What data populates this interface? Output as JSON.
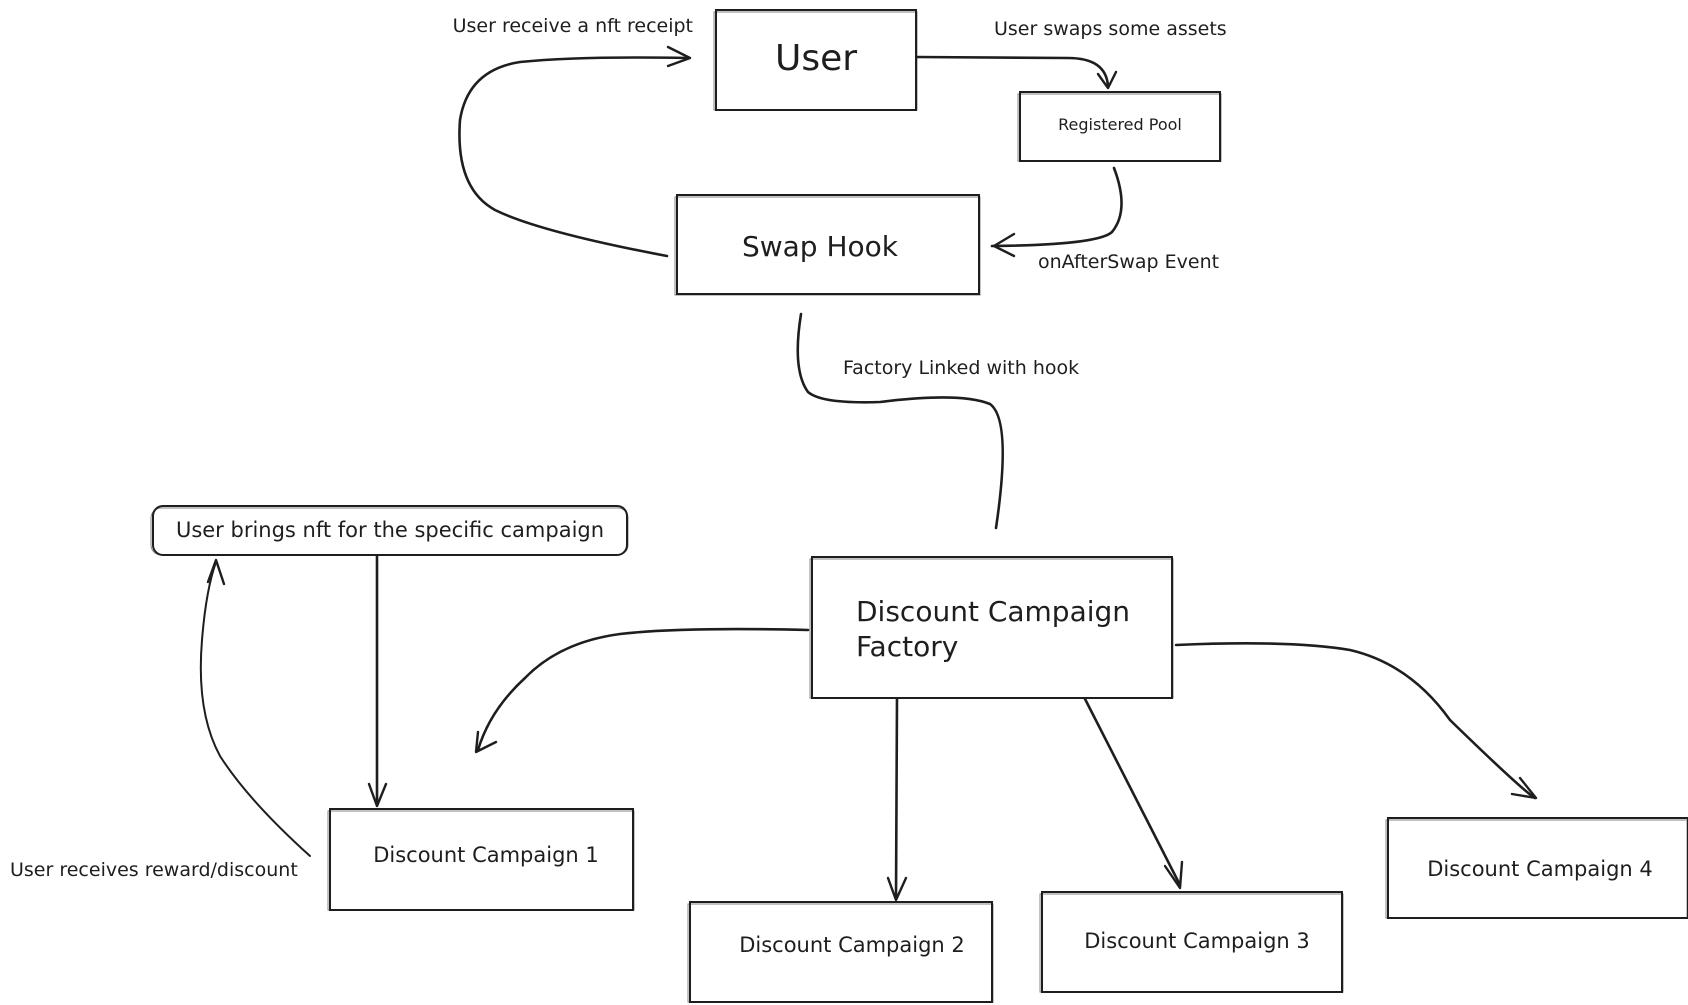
{
  "nodes": {
    "user": "User",
    "registered_pool": "Registered Pool",
    "swap_hook": "Swap Hook",
    "factory_line1": "Discount Campaign",
    "factory_line2": "Factory",
    "nft_campaign": "User brings nft for the specific campaign",
    "campaign_1": "Discount Campaign 1",
    "campaign_2": "Discount Campaign 2",
    "campaign_3": "Discount Campaign 3",
    "campaign_4": "Discount Campaign 4"
  },
  "edges": {
    "user_to_pool": "User swaps some assets",
    "pool_to_hook": "onAfterSwap Event",
    "hook_to_user": "User receive a nft receipt",
    "hook_to_factory": "Factory Linked with hook",
    "campaign1_to_nft": "User receives reward/discount"
  }
}
